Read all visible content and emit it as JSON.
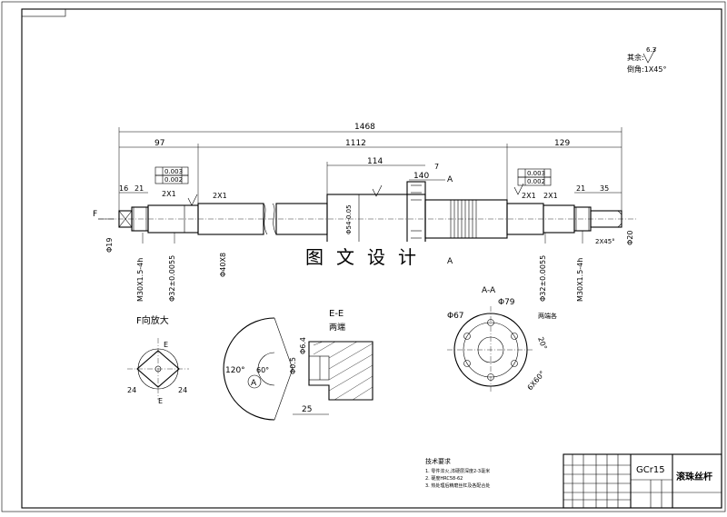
{
  "roughness": {
    "label": "其余:",
    "value": "6.3"
  },
  "chamfer_note": "倒角:1X45°",
  "dims": {
    "total_length": "1468",
    "left_seg": "97",
    "mid_seg": "1112",
    "right_seg": "129",
    "d114": "114",
    "d140": "140",
    "d7": "7",
    "d16": "16",
    "d21_left": "21",
    "d2x1_a": "2X1",
    "d2x1_b": "2X1",
    "d2x1_c": "2X1",
    "d2x1_d": "2X1",
    "d21_right": "21",
    "d35": "35",
    "phi19": "Φ19",
    "m30_left": "M30X1.5-4h",
    "phi32_left": "Φ32±0.0055",
    "d40x8": "Φ40X8",
    "phi54": "Φ54-0.05",
    "phi32_right": "Φ32±0.0055",
    "m30_right": "M30X1.5-4h",
    "phi20": "Φ20",
    "chamfer_small": "2X45°"
  },
  "tolerance_frames": {
    "left_top": "0.003",
    "left_bottom": "0.002",
    "right_top": "0.003",
    "right_bottom": "0.002"
  },
  "labels": {
    "F": "F",
    "A_top": "A",
    "A_bottom": "A"
  },
  "watermark": "图文设计",
  "views": {
    "f_view_title": "F向放大",
    "f_e_top": "E",
    "f_e_bottom": "E",
    "f_dim_left": "24",
    "f_dim_right": "24",
    "ee_title": "E-E",
    "ee_subtitle": "两端",
    "ee_angle120": "120°",
    "ee_angle60": "60°",
    "ee_A": "A",
    "ee_phi64": "Φ6.4",
    "ee_phi05": "Φ0.5",
    "ee_d25": "25",
    "aa_title": "A-A",
    "aa_phi79": "Φ79",
    "aa_phi67": "Φ67",
    "aa_20": "20°",
    "aa_6x60": "6X60°",
    "aa_side": "两端各"
  },
  "tech_notes": {
    "title": "技术要求",
    "items": [
      "1. 零件淬火,淬硬层深度2-3毫米",
      "2. 硬度HRC58-62",
      "3. 热处理后精磨丝杠及各配合处"
    ]
  },
  "title_block": {
    "material": "GCr15",
    "part_name": "滚珠丝杆"
  }
}
